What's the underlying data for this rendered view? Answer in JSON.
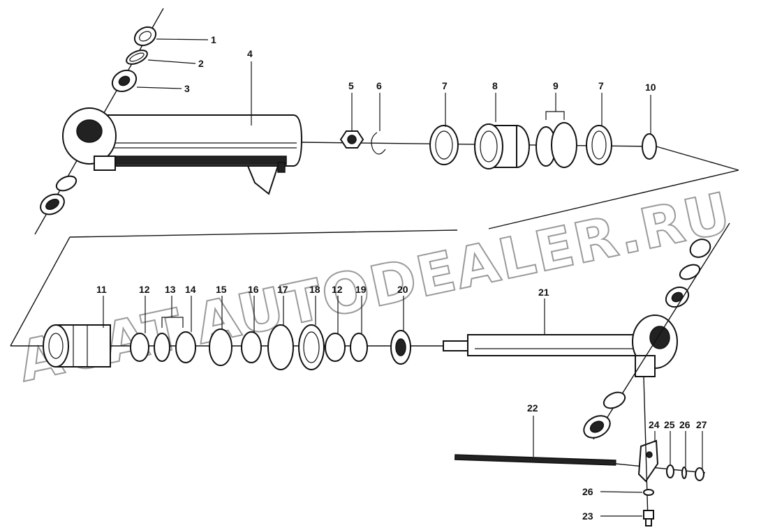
{
  "watermark": "ACAT.AUTODEALER.RU",
  "callouts": [
    {
      "id": "c1",
      "text": "1"
    },
    {
      "id": "c2",
      "text": "2"
    },
    {
      "id": "c3",
      "text": "3"
    },
    {
      "id": "c4",
      "text": "4"
    },
    {
      "id": "c5",
      "text": "5"
    },
    {
      "id": "c6",
      "text": "6"
    },
    {
      "id": "c7a",
      "text": "7"
    },
    {
      "id": "c8",
      "text": "8"
    },
    {
      "id": "c9",
      "text": "9"
    },
    {
      "id": "c7b",
      "text": "7"
    },
    {
      "id": "c10",
      "text": "10"
    },
    {
      "id": "c11",
      "text": "11"
    },
    {
      "id": "c12a",
      "text": "12"
    },
    {
      "id": "c13",
      "text": "13"
    },
    {
      "id": "c14",
      "text": "14"
    },
    {
      "id": "c15",
      "text": "15"
    },
    {
      "id": "c16",
      "text": "16"
    },
    {
      "id": "c17",
      "text": "17"
    },
    {
      "id": "c18",
      "text": "18"
    },
    {
      "id": "c12b",
      "text": "12"
    },
    {
      "id": "c19",
      "text": "19"
    },
    {
      "id": "c20",
      "text": "20"
    },
    {
      "id": "c21",
      "text": "21"
    },
    {
      "id": "c22",
      "text": "22"
    },
    {
      "id": "c24",
      "text": "24"
    },
    {
      "id": "c25",
      "text": "25"
    },
    {
      "id": "c26a",
      "text": "26"
    },
    {
      "id": "c27",
      "text": "27"
    },
    {
      "id": "c26b",
      "text": "26"
    },
    {
      "id": "c23",
      "text": "23"
    }
  ]
}
